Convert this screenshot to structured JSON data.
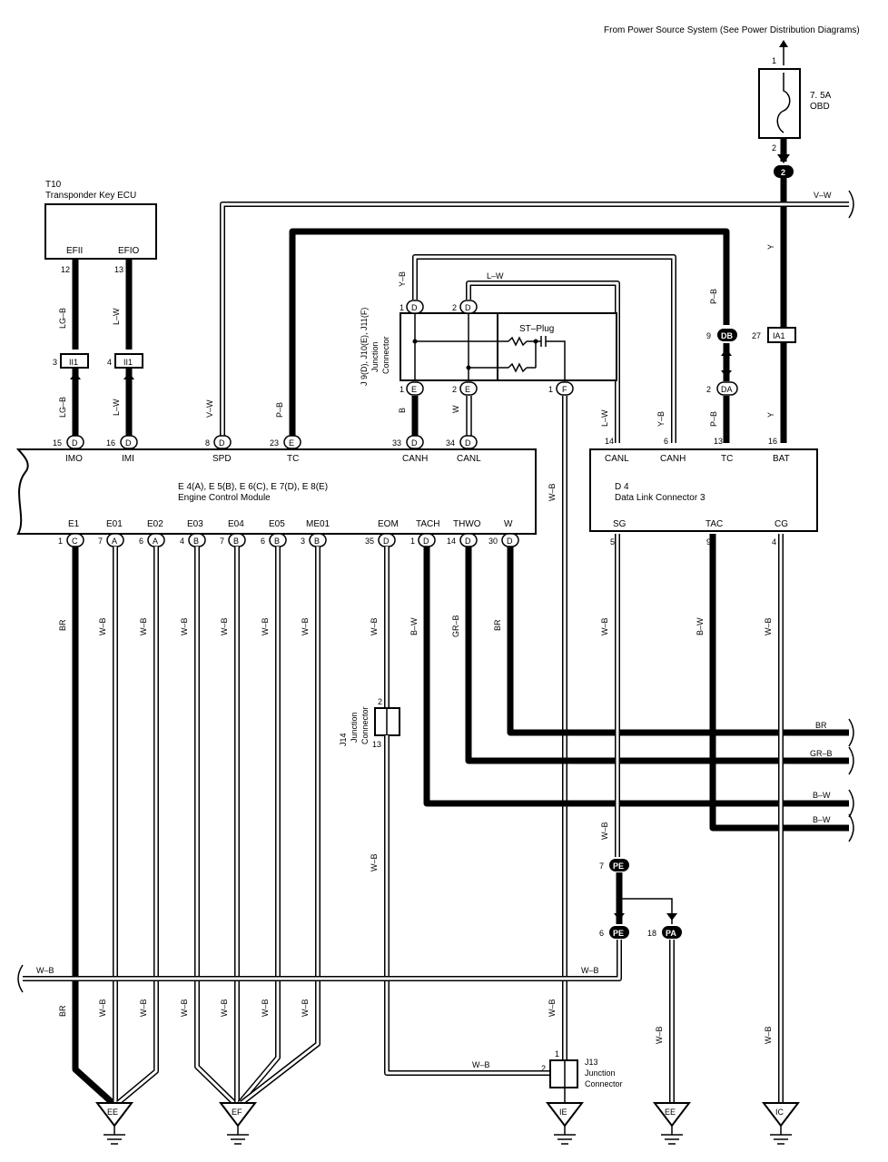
{
  "header": {
    "power_note": "From Power Source System (See Power Distribution Diagrams)"
  },
  "fuse": {
    "amp": "7. 5A",
    "name": "OBD",
    "pin_in": "1",
    "pin_out": "2",
    "conn": "2"
  },
  "t10": {
    "id": "T10",
    "name": "Transponder Key ECU",
    "pins": [
      {
        "label": "EFII",
        "num": "12"
      },
      {
        "label": "EFIO",
        "num": "13"
      }
    ]
  },
  "ii1": {
    "name": "II1",
    "pin3": "3",
    "pin4": "4"
  },
  "junction_top": {
    "line1": "J 9(D), J10(E), J11(F)",
    "line2": "Junction",
    "line3": "Connector",
    "st_plug": "ST–Plug",
    "pins_top": [
      "1",
      "2"
    ],
    "pins_bottom": [
      "1",
      "2",
      "1"
    ]
  },
  "ecm": {
    "title1": "E 4(A), E 5(B), E 6(C), E 7(D), E 8(E)",
    "title2": "Engine Control Module",
    "top_pins": [
      {
        "num": "15",
        "conn": "D",
        "label": "IMO"
      },
      {
        "num": "16",
        "conn": "D",
        "label": "IMI"
      },
      {
        "num": "8",
        "conn": "D",
        "label": "SPD"
      },
      {
        "num": "23",
        "conn": "E",
        "label": "TC"
      },
      {
        "num": "33",
        "conn": "D",
        "label": "CANH"
      },
      {
        "num": "34",
        "conn": "D",
        "label": "CANL"
      }
    ],
    "bottom_pins": [
      {
        "num": "1",
        "conn": "C",
        "label": "E1"
      },
      {
        "num": "7",
        "conn": "A",
        "label": "E01"
      },
      {
        "num": "6",
        "conn": "A",
        "label": "E02"
      },
      {
        "num": "4",
        "conn": "B",
        "label": "E03"
      },
      {
        "num": "7",
        "conn": "B",
        "label": "E04"
      },
      {
        "num": "6",
        "conn": "B",
        "label": "E05"
      },
      {
        "num": "3",
        "conn": "B",
        "label": "ME01"
      },
      {
        "num": "35",
        "conn": "D",
        "label": "EOM"
      },
      {
        "num": "1",
        "conn": "D",
        "label": "TACH"
      },
      {
        "num": "14",
        "conn": "D",
        "label": "THWO"
      },
      {
        "num": "30",
        "conn": "D",
        "label": "W"
      }
    ]
  },
  "dlc": {
    "title1": "D 4",
    "title2": "Data Link Connector 3",
    "top_pins": [
      {
        "num": "14",
        "label": "CANL"
      },
      {
        "num": "6",
        "label": "CANH"
      },
      {
        "num": "13",
        "label": "TC"
      },
      {
        "num": "16",
        "label": "BAT"
      }
    ],
    "bottom_pins": [
      {
        "num": "5",
        "label": "SG"
      },
      {
        "num": "9",
        "label": "TAC"
      },
      {
        "num": "4",
        "label": "CG"
      }
    ]
  },
  "connectors": {
    "db": {
      "num": "9",
      "name": "DB"
    },
    "da": {
      "num": "2",
      "name": "DA"
    },
    "ia1": {
      "num": "27",
      "name": "IA1"
    },
    "pe1": {
      "num": "7",
      "name": "PE"
    },
    "pe2": {
      "num": "6",
      "name": "PE"
    },
    "pa": {
      "num": "18",
      "name": "PA"
    }
  },
  "j14": {
    "id": "J14",
    "line2": "Junction",
    "line3": "Connector",
    "pin_top": "2",
    "pin_bottom": "13"
  },
  "j13": {
    "id": "J13",
    "line2": "Junction",
    "line3": "Connector",
    "pin_top": "1",
    "pin_left": "2"
  },
  "grounds": [
    "EE",
    "EF",
    "IE",
    "EE",
    "IC"
  ],
  "wires": {
    "lg_b": "LG–B",
    "l_w": "L–W",
    "v_w": "V–W",
    "p_b": "P–B",
    "y_b": "Y–B",
    "b": "B",
    "w": "W",
    "y": "Y",
    "w_b": "W–B",
    "br": "BR",
    "b_w": "B–W",
    "gr_b": "GR–B"
  },
  "right_exits": [
    "V–W",
    "BR",
    "GR–B",
    "B–W",
    "B–W"
  ]
}
